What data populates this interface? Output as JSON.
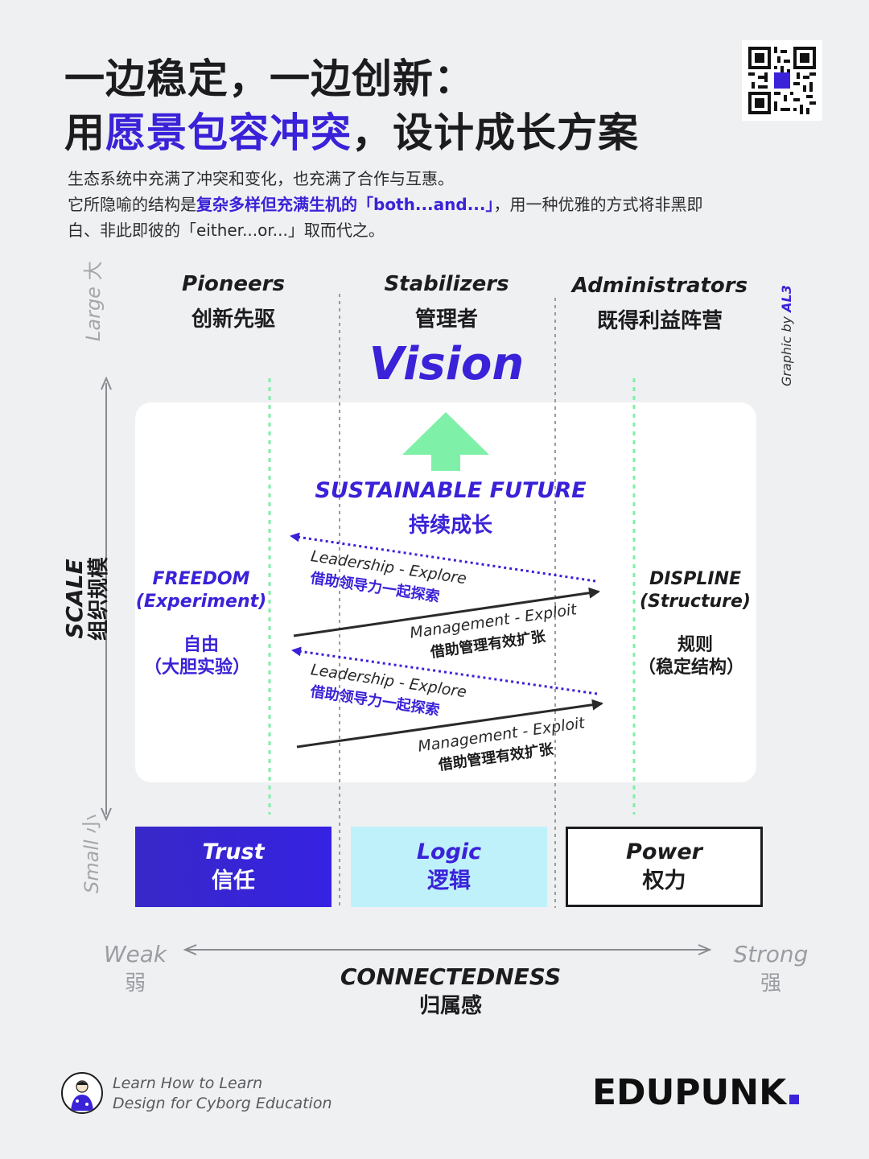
{
  "title": {
    "line1": "一边稳定，一边创新：",
    "line2_prefix": "用",
    "line2_accent": "愿景包容冲突",
    "line2_suffix": "，设计成长方案"
  },
  "intro": {
    "line1": "生态系统中充满了冲突和变化，也充满了合作与互惠。",
    "line2_prefix": "它所隐喻的结构是",
    "line2_highlight": "复杂多样但充满生机的「both...and...」",
    "line2_suffix": "，用一种优雅的方式将非黑即",
    "line3": "白、非此即彼的「either...or...」取而代之。"
  },
  "columns": [
    {
      "en": "Pioneers",
      "zh": "创新先驱"
    },
    {
      "en": "Stabilizers",
      "zh": "管理者"
    },
    {
      "en": "Administrators",
      "zh": "既得利益阵营"
    }
  ],
  "vision": "Vision",
  "credit": {
    "prefix": "Graphic by ",
    "author": "AL3"
  },
  "y_axis": {
    "large_en": "Large",
    "large_zh": "大",
    "small_en": "Small",
    "small_zh": "小",
    "label_en": "SCALE",
    "label_zh": "组织规模"
  },
  "sustainable": {
    "en": "SUSTAINABLE FUTURE",
    "zh": "持续成长"
  },
  "left_block": {
    "en1": "FREEDOM",
    "en2": "(Experiment)",
    "zh1": "自由",
    "zh2": "（大胆实验）"
  },
  "right_block": {
    "en1": "DISPLINE",
    "en2": "(Structure)",
    "zh1": "规则",
    "zh2": "（稳定结构）"
  },
  "arrows": {
    "leadership_en": "Leadership - Explore",
    "leadership_zh": "借助领导力一起探索",
    "management_en": "Management - Exploit",
    "management_zh": "借助管理有效扩张"
  },
  "boxes": [
    {
      "en": "Trust",
      "zh": "信任"
    },
    {
      "en": "Logic",
      "zh": "逻辑"
    },
    {
      "en": "Power",
      "zh": "权力"
    }
  ],
  "x_axis": {
    "weak_en": "Weak",
    "weak_zh": "弱",
    "strong_en": "Strong",
    "strong_zh": "强",
    "label_en": "CONNECTEDNESS",
    "label_zh": "归属感"
  },
  "footer": {
    "tag1": "Learn How to Learn",
    "tag2": "Design for Cyborg Education",
    "brand": "EDUPUNK"
  },
  "colors": {
    "accent": "#3a22d8",
    "green": "#7ff0a8",
    "cyan": "#bff1fb"
  }
}
